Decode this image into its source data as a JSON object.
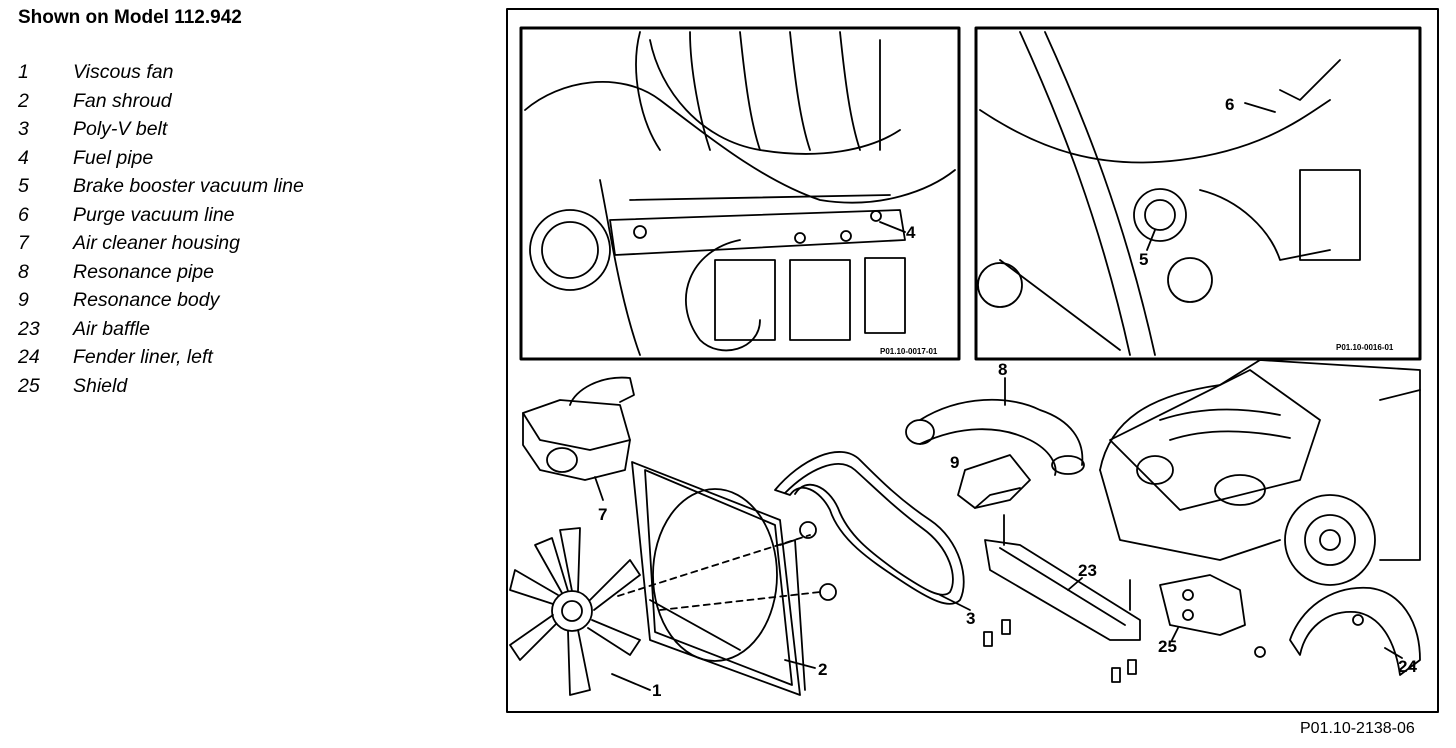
{
  "title": "Shown on Model 112.942",
  "legend": [
    {
      "num": "1",
      "label": "Viscous fan"
    },
    {
      "num": "2",
      "label": "Fan shroud"
    },
    {
      "num": "3",
      "label": "Poly-V belt"
    },
    {
      "num": "4",
      "label": "Fuel pipe"
    },
    {
      "num": "5",
      "label": "Brake booster vacuum line"
    },
    {
      "num": "6",
      "label": "Purge vacuum line"
    },
    {
      "num": "7",
      "label": "Air cleaner housing"
    },
    {
      "num": "8",
      "label": "Resonance pipe"
    },
    {
      "num": "9",
      "label": "Resonance body"
    },
    {
      "num": "23",
      "label": "Air baffle"
    },
    {
      "num": "24",
      "label": "Fender liner, left"
    },
    {
      "num": "25",
      "label": "Shield"
    }
  ],
  "callouts": {
    "c1": "1",
    "c2": "2",
    "c3": "3",
    "c4": "4",
    "c5": "5",
    "c6": "6",
    "c7": "7",
    "c8": "8",
    "c9": "9",
    "c23": "23",
    "c24": "24",
    "c25": "25"
  },
  "inset_left_id": "P01.10-0017-01",
  "inset_right_id": "P01.10-0016-01",
  "figure_id": "P01.10-2138-06"
}
